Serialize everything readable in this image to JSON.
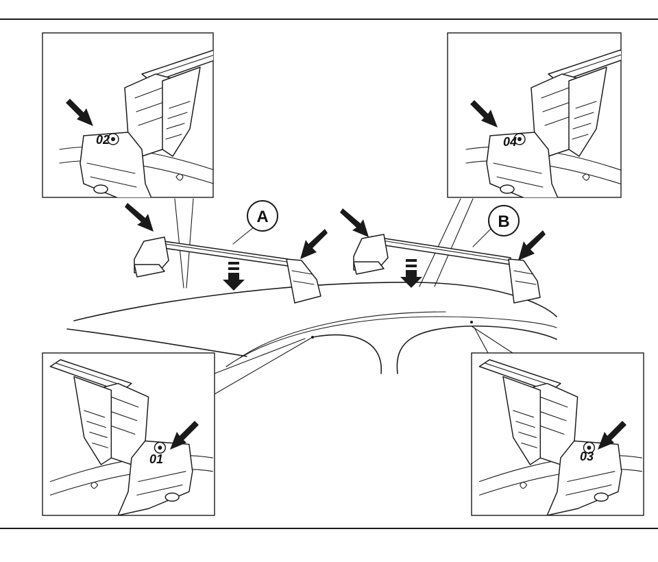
{
  "labels": {
    "bar_a": "A",
    "bar_b": "B",
    "foot_01": "01",
    "foot_02": "02",
    "foot_03": "03",
    "foot_04": "04"
  },
  "colors": {
    "ink": "#1a1a1a",
    "background": "#ffffff"
  }
}
